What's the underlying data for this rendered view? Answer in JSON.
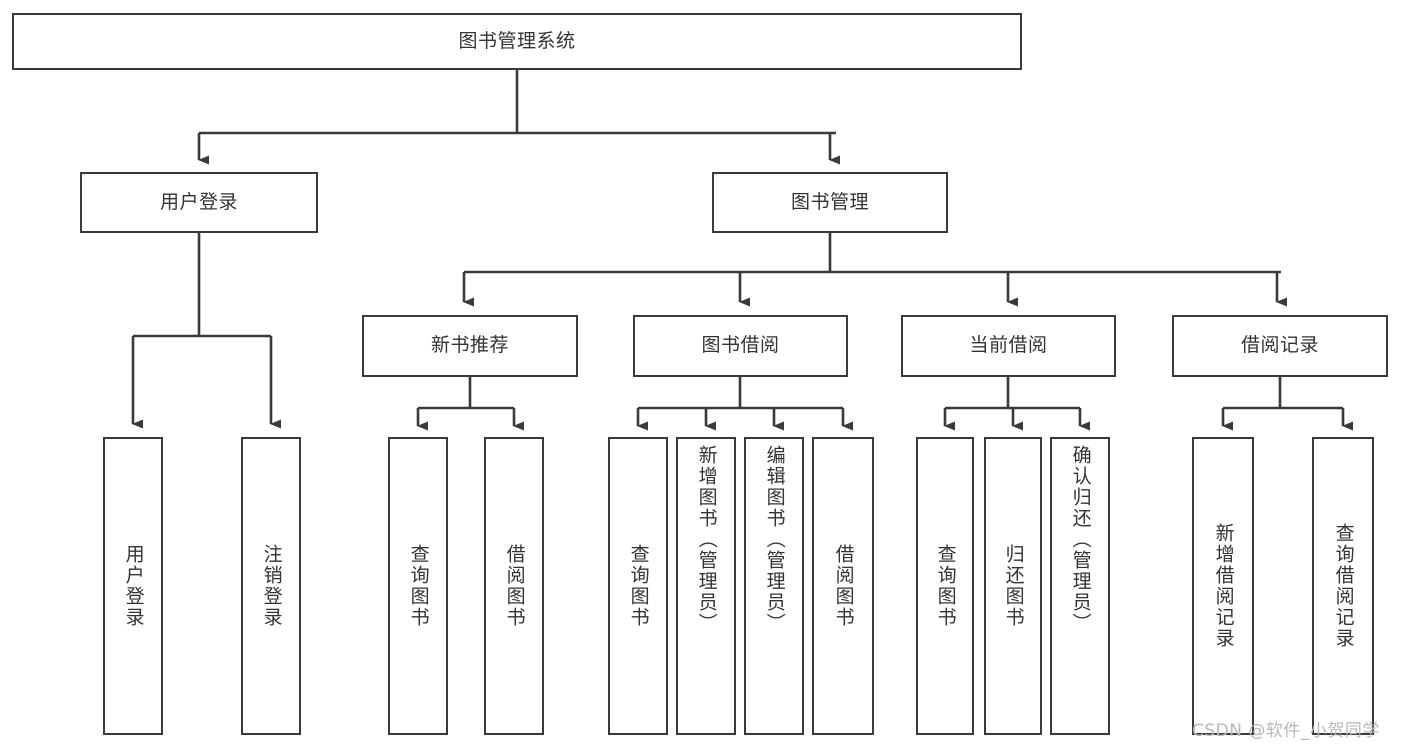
{
  "diagram": {
    "title": "图书管理系统",
    "type": "功能结构图",
    "colors": {
      "background": "#ffffff",
      "node_border": "#3a3a3a",
      "node_fill": "#ffffff",
      "connector": "#3a3a3a",
      "label_text": "#333333",
      "watermark_text": "#b8b8b8"
    },
    "root": {
      "label": "图书管理系统"
    },
    "level2": [
      {
        "label": "用户登录"
      },
      {
        "label": "图书管理"
      }
    ],
    "level3": [
      {
        "label": "新书推荐"
      },
      {
        "label": "图书借阅"
      },
      {
        "label": "当前借阅"
      },
      {
        "label": "借阅记录"
      }
    ],
    "leaves": {
      "user_login": [
        {
          "label": "用户登录"
        },
        {
          "label": "注销登录"
        }
      ],
      "new_book_recommend": [
        {
          "label": "查询图书"
        },
        {
          "label": "借阅图书"
        }
      ],
      "book_borrow": [
        {
          "label": "查询图书"
        },
        {
          "label": "新增图书（管理员）"
        },
        {
          "label": "编辑图书（管理员）"
        },
        {
          "label": "借阅图书"
        }
      ],
      "current_borrow": [
        {
          "label": "查询图书"
        },
        {
          "label": "归还图书"
        },
        {
          "label": "确认归还（管理员）"
        }
      ],
      "borrow_record": [
        {
          "label": "新增借阅记录"
        },
        {
          "label": "查询借阅记录"
        }
      ]
    },
    "watermark": "CSDN @软件_小贺同学"
  }
}
